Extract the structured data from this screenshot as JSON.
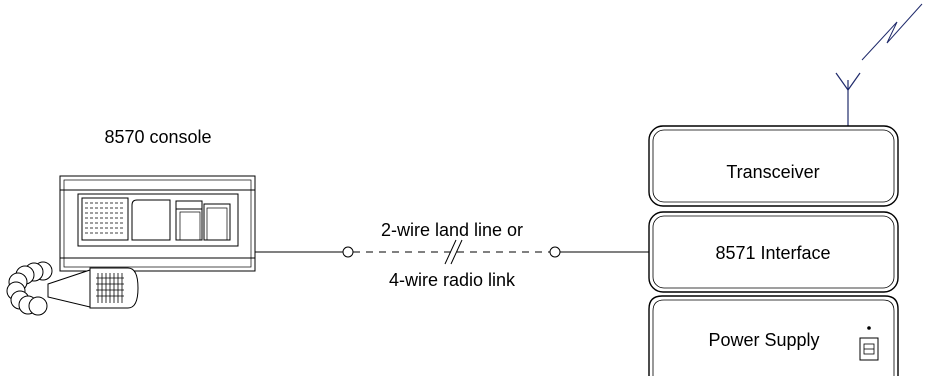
{
  "console": {
    "label": "8570 console"
  },
  "link": {
    "label_top": "2-wire land line or",
    "label_bottom": "4-wire radio link"
  },
  "stack": {
    "transceiver": "Transceiver",
    "interface": "8571 Interface",
    "power_supply": "Power Supply"
  },
  "colors": {
    "antenna": "#1f2a6b",
    "line": "#000000"
  }
}
